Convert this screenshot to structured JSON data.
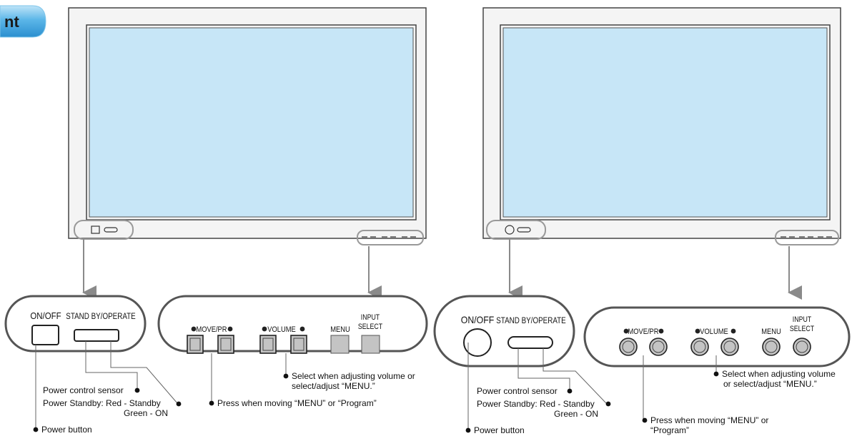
{
  "section_tab": {
    "text": "nt",
    "color": "#3aa6e0"
  },
  "colors": {
    "screen": "#c7e6f7",
    "bezel": "#f4f4f4",
    "outline": "#444444",
    "panel_stroke": "#555555",
    "button_fill": "#c4c4c4",
    "callout_line": "#888888",
    "arrow": "#8a8a8a"
  },
  "models": [
    {
      "button_shape": "square",
      "power_panel": {
        "on_off": "ON/OFF",
        "standby_operate": "STAND BY/OPERATE"
      },
      "control_panel": {
        "move_pr": "MOVE/PR",
        "volume": "VOLUME",
        "menu": "MENU",
        "input_line1": "INPUT",
        "input_line2": "SELECT"
      },
      "annotations": {
        "sensor": "Power control sensor",
        "standby_line1": "Power Standby: Red - Standby",
        "standby_line2": "Green - ON",
        "power_button": "Power button",
        "volume_line1": "Select when adjusting volume or",
        "volume_line2": "select/adjust “MENU.”",
        "move_line1": "Press when moving “MENU” or “Program”",
        "move_line2": ""
      }
    },
    {
      "button_shape": "round",
      "power_panel": {
        "on_off": "ON/OFF",
        "standby_operate": "STAND BY/OPERATE"
      },
      "control_panel": {
        "move_pr": "MOVE/PR",
        "volume": "VOLUME",
        "menu": "MENU",
        "input_line1": "INPUT",
        "input_line2": "SELECT"
      },
      "annotations": {
        "sensor": "Power control sensor",
        "standby_line1": "Power Standby: Red - Standby",
        "standby_line2": "Green - ON",
        "power_button": "Power button",
        "volume_line1": "Select when adjusting volume",
        "volume_line2": "or select/adjust “MENU.”",
        "move_line1": "Press when moving “MENU” or",
        "move_line2": "“Program”"
      }
    }
  ]
}
